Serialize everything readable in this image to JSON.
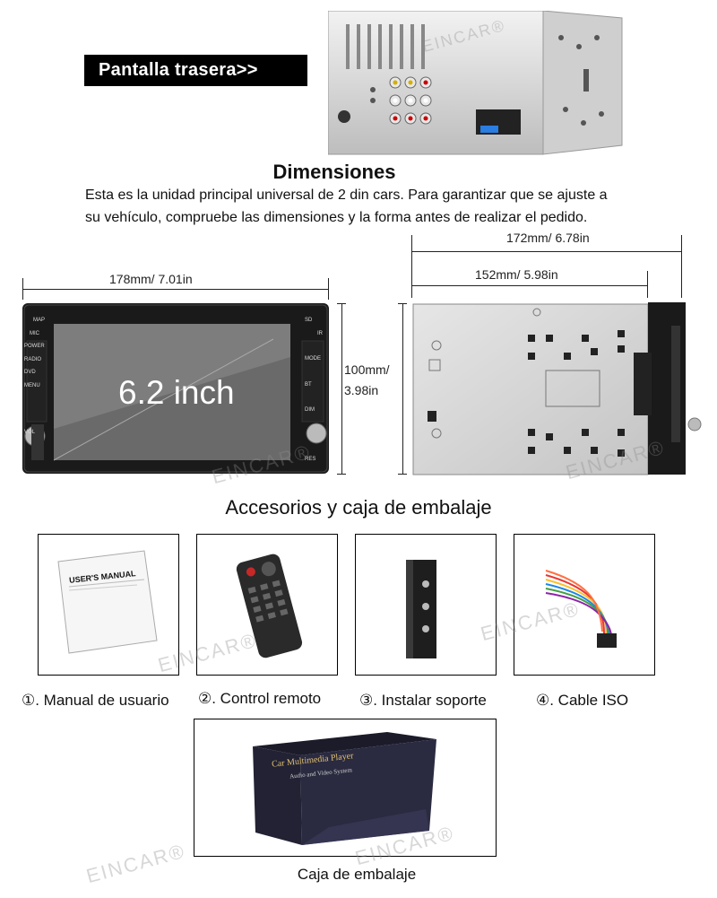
{
  "rear_banner": {
    "label": "Pantalla trasera>>"
  },
  "dimensions": {
    "title": "Dimensiones",
    "desc_line1": "Esta es la unidad principal universal de 2 din cars. Para garantizar que se ajuste a",
    "desc_line2": "su vehículo, compruebe las dimensiones y la forma antes de realizar el pedido.",
    "width_front": "178mm/ 7.01in",
    "height": "100mm/",
    "height_in": "3.98in",
    "depth_total": "172mm/ 6.78in",
    "depth_body": "152mm/ 5.98in",
    "screen_size": "6.2 inch"
  },
  "unit_buttons_left": [
    "MAP",
    "MIC",
    "POWER",
    "RADIO",
    "DVD",
    "MENU",
    "VOL"
  ],
  "unit_buttons_right": [
    "SD",
    "IR",
    "MODE",
    "BT",
    "DIM",
    "RES"
  ],
  "accessories": {
    "title": "Accesorios y caja de embalaje",
    "items": [
      {
        "caption": "①. Manual de usuario",
        "manual_text": "USER'S MANUAL"
      },
      {
        "caption": "②. Control remoto"
      },
      {
        "caption": "③. Instalar soporte"
      },
      {
        "caption": "④. Cable ISO"
      }
    ],
    "box_caption": "Caja de embalaje",
    "box_text": "Car Multimedia Player",
    "box_subtext": "Audio and Video System"
  },
  "watermark": "EINCAR®",
  "colors": {
    "banner_bg": "#000000",
    "banner_text": "#ffffff",
    "metal": "#d8d8d8",
    "unit_body": "#1a1a1a"
  }
}
